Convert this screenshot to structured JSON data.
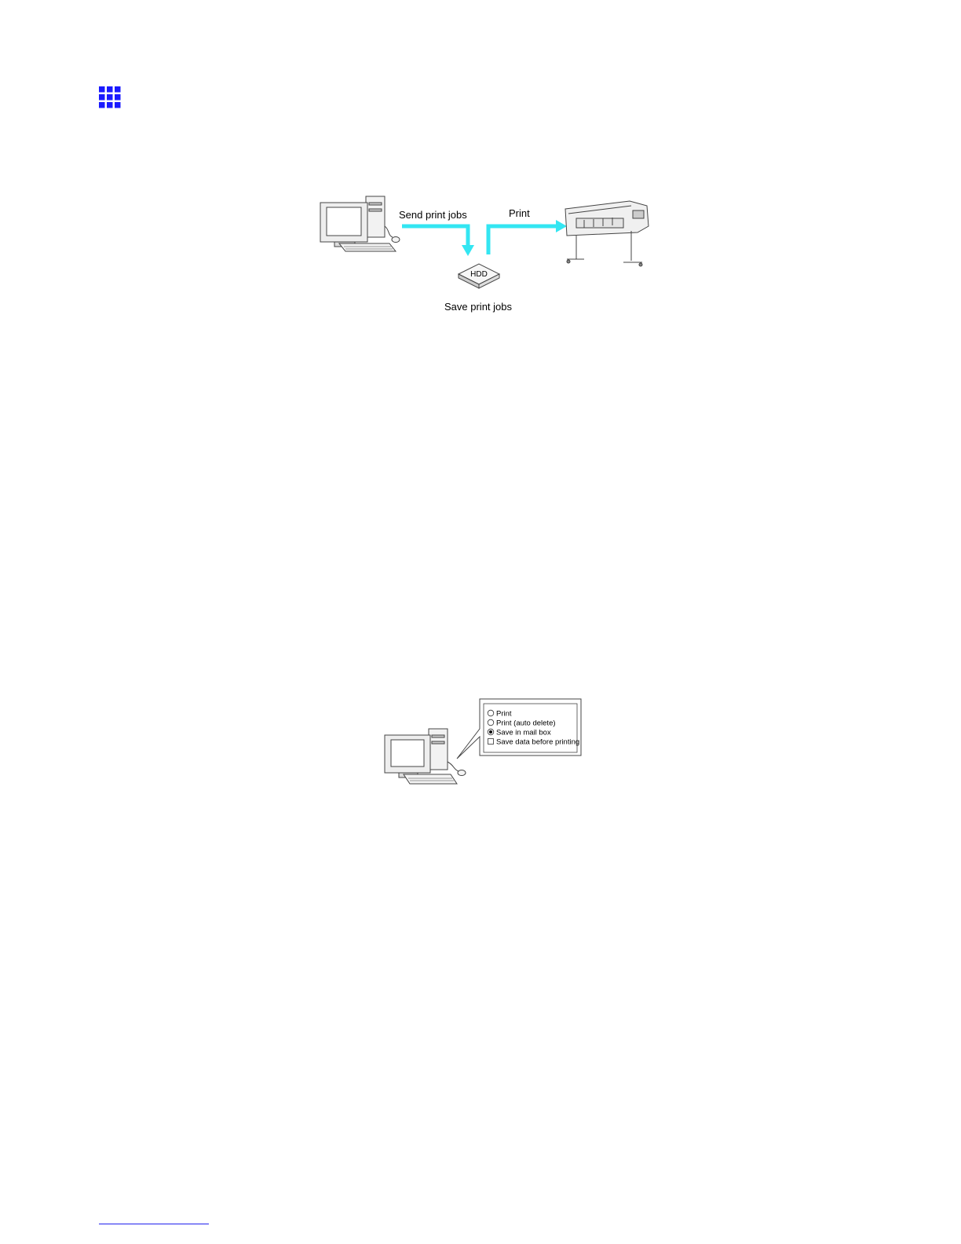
{
  "colors": {
    "accent": "#1a1aff",
    "arrow": "#33e6f2",
    "link_rule": "#2020ee"
  },
  "icons": {
    "header": "grid-icon"
  },
  "flow_diagram": {
    "send_label": "Send print jobs",
    "print_label": "Print",
    "hdd_label": "HDD",
    "save_label": "Save print jobs"
  },
  "options_dialog": {
    "options": [
      {
        "label": "Print",
        "control": "radio",
        "selected": false
      },
      {
        "label": "Print (auto delete)",
        "control": "radio",
        "selected": false
      },
      {
        "label": "Save in mail box",
        "control": "radio",
        "selected": true
      },
      {
        "label": "Save data before printing",
        "control": "checkbox",
        "selected": false
      }
    ]
  }
}
